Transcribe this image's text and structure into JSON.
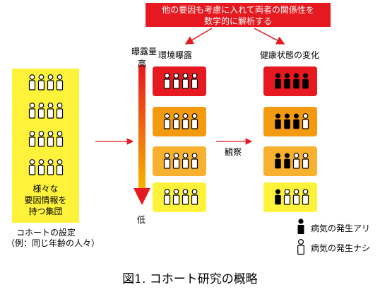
{
  "banner": {
    "line1": "他の要因も考慮に入れて両者の関係性を",
    "line2": "数学的に解析する"
  },
  "labels": {
    "exposure_axis_line1": "曝露量",
    "exposure_axis_line2": "高",
    "exposure_axis_low": "低",
    "environment_exposure": "環境曝露",
    "health_change": "健康状態の変化",
    "observe": "観察"
  },
  "cohort": {
    "box_text": [
      "様々な",
      "要因情報を",
      "持つ集団"
    ],
    "setting_line1": "コホートの設定",
    "setting_line2": "（例：同じ年齢の人々）"
  },
  "legend": {
    "sick": "病気の発生アリ",
    "healthy": "病気の発生ナシ"
  },
  "caption": "図1. コホート研究の概略",
  "colors": {
    "red": "#e5191f",
    "orange": "#f39a10",
    "amber": "#f8b12e",
    "yellow": "#fef23a",
    "gradient_top": "#e5191f",
    "gradient_bottom": "#f7b500"
  },
  "exposure_groups": [
    {
      "level": "red",
      "people": 4,
      "sick": 4
    },
    {
      "level": "orange",
      "people": 4,
      "sick": 3
    },
    {
      "level": "amber",
      "people": 4,
      "sick": 2
    },
    {
      "level": "yellow",
      "people": 4,
      "sick": 1
    }
  ]
}
